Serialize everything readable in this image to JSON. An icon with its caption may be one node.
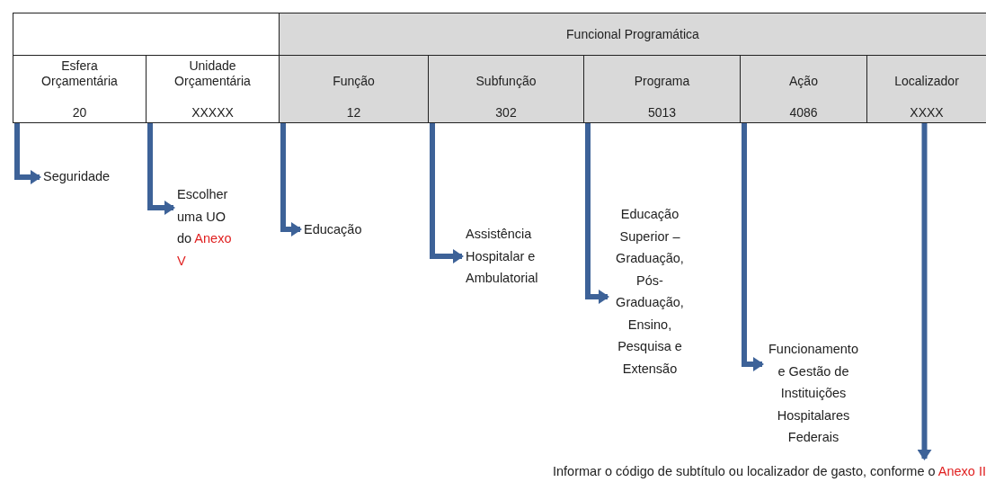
{
  "diagram": {
    "nodes": [
      {
        "text": [],
        "shape": "box"
      },
      {
        "text": [
          "Funcional Programática"
        ]
      },
      {
        "text": [
          "Esfera Orçamentária",
          "20"
        ]
      },
      {
        "text": [
          "Unidade Orçamentária",
          "XXXXX"
        ]
      },
      {
        "text": [
          "Função",
          "12"
        ]
      },
      {
        "text": [
          "Subfunção",
          "302"
        ]
      },
      {
        "text": [
          "Programa",
          "5013"
        ]
      },
      {
        "text": [
          "Ação",
          "4086"
        ]
      },
      {
        "text": [
          "Localizador",
          "XXXX"
        ]
      },
      {
        "text": [
          "Seguridade"
        ]
      },
      {
        "text": [
          "Escolher uma UO do",
          "Anexo V"
        ]
      },
      {
        "text": [
          "Educação"
        ]
      },
      {
        "text": [
          "Assistência Hospitalar e Ambulatorial"
        ]
      },
      {
        "text": [
          "Educação Superior – Graduação, Pós-Graduação, Ensino, Pesquisa e Extensão"
        ]
      },
      {
        "text": [
          "Funcionamento e Gestão de Instituições Hospitalares Federais"
        ]
      },
      {
        "text": [
          "Informar o código de subtítulo ou localizador de gasto, conforme o",
          "Anexo II"
        ]
      }
    ],
    "edges": [
      {
        "from": 2,
        "to": 9,
        "arrow": "to"
      },
      {
        "from": 3,
        "to": 10,
        "arrow": "to"
      },
      {
        "from": 4,
        "to": 11,
        "arrow": "to"
      },
      {
        "from": 5,
        "to": 12,
        "arrow": "to"
      },
      {
        "from": 6,
        "to": 13,
        "arrow": "to"
      },
      {
        "from": 7,
        "to": 14,
        "arrow": "to"
      },
      {
        "from": 8,
        "to": 15,
        "arrow": "to"
      }
    ]
  }
}
